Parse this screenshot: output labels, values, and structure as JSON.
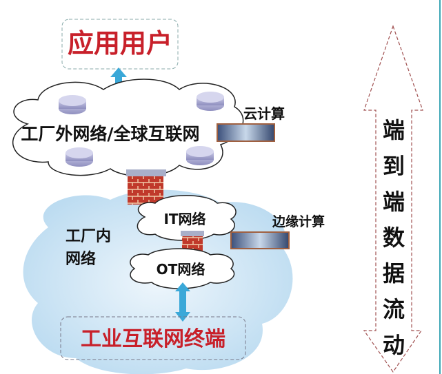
{
  "app_user_label": "应用用户",
  "external_network_label": "工厂外网络/全球互联网",
  "cloud_computing_label": "云计算",
  "internal_network_label_line1": "工厂内",
  "internal_network_label_line2": "网络",
  "it_network_label": "IT网络",
  "ot_network_label": "OT网络",
  "edge_computing_label": "边缘计算",
  "terminal_label": "工业互联网终端",
  "flow_chars": [
    "端",
    "到",
    "端",
    "数",
    "据",
    "流",
    "动"
  ],
  "colors": {
    "red_text": "#c8202a",
    "arrow_blue": "#3aa8d8",
    "inner_cloud": "#cfe6f5"
  }
}
